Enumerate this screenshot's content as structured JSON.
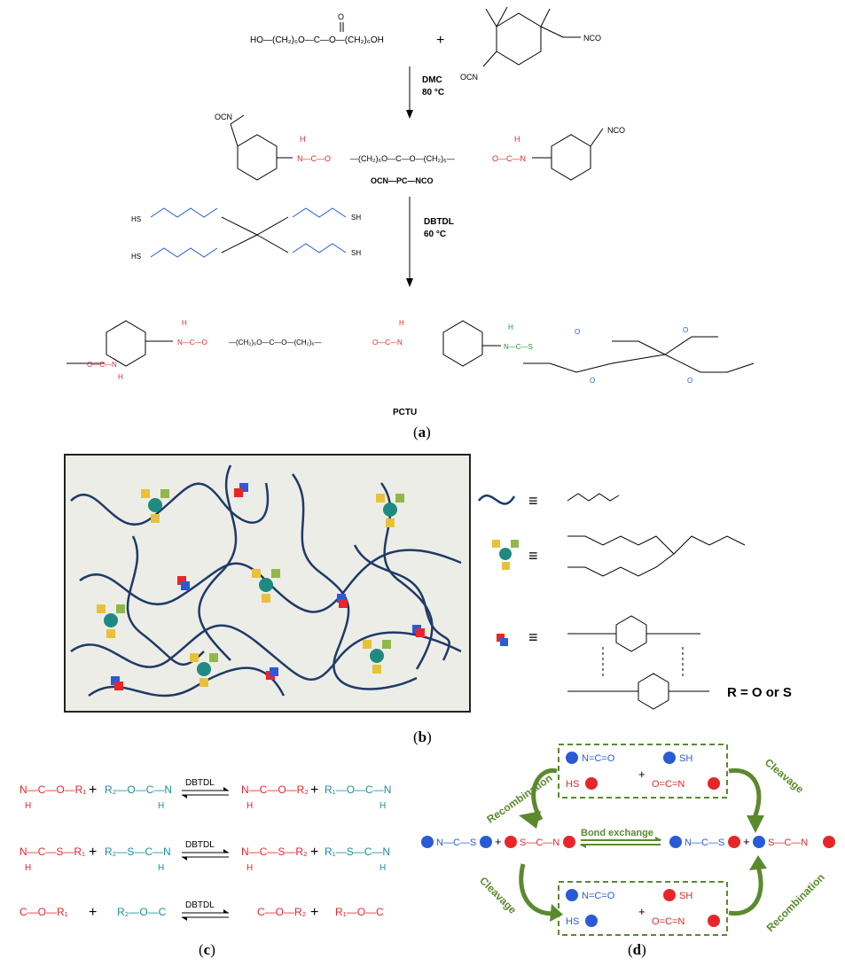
{
  "panel_a": {
    "reagent_1": "HO—(CH₂)₆O—C—O—(CH₂)₆OH",
    "plus": "+",
    "nco_top": "NCO",
    "ocn_bottom": "OCN",
    "cond1_line1": "DMC",
    "cond1_line2": "80 °C",
    "prepolymer_formula": "OCN—PC—NCO",
    "ocn_left": "OCN",
    "nco_right": "NCO",
    "cond2_line1": "DBTDL",
    "cond2_line2": "60 °C",
    "sh": "SH",
    "hs": "HS",
    "product_name": "PCTU",
    "label": "a"
  },
  "panel_b": {
    "eq": "≡",
    "r_def": "R = O or S",
    "label": "b"
  },
  "panel_c": {
    "catalyst": "DBTDL",
    "label": "c"
  },
  "panel_d": {
    "n_c_o": "N=C=O",
    "sh": "SH",
    "hs": "HS",
    "o_c_n": "O=C=N",
    "recombination": "Recombination",
    "cleavage": "Cleavage",
    "bond_exchange": "Bond exchange",
    "label": "d"
  },
  "colors": {
    "red": "#e8262a",
    "blue": "#2a5bd7",
    "teal": "#1a8f9c",
    "green": "#1c9a3c",
    "olive_green": "#5b8a2e",
    "network_line": "#1f3a66",
    "network_bg": "#ecede7"
  }
}
